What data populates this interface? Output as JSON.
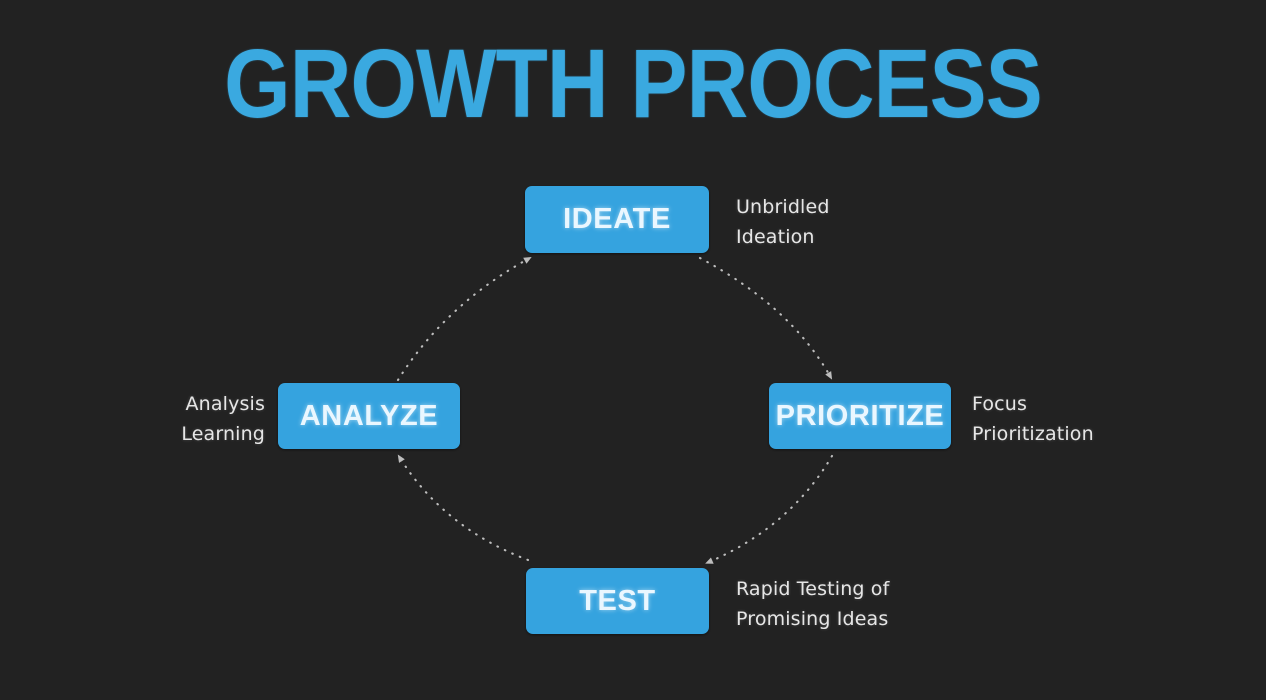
{
  "page": {
    "title": "GROWTH PROCESS",
    "background_color": "#222222",
    "accent_color": "#35a3df",
    "title_color": "#3aa9e0",
    "node_label_color": "#eaf7ff",
    "description_color": "#e6e6e6",
    "connector_color": "#bdbdbd"
  },
  "diagram": {
    "type": "cycle",
    "node_count": 4,
    "nodes": [
      {
        "id": "ideate",
        "label": "IDEATE",
        "description_lines": [
          "Unbridled",
          "Ideation"
        ],
        "description_side": "right",
        "position": "top"
      },
      {
        "id": "prioritize",
        "label": "PRIORITIZE",
        "description_lines": [
          "Focus",
          "Prioritization"
        ],
        "description_side": "right",
        "position": "right"
      },
      {
        "id": "test",
        "label": "TEST",
        "description_lines": [
          "Rapid Testing of",
          "Promising Ideas"
        ],
        "description_side": "right",
        "position": "bottom"
      },
      {
        "id": "analyze",
        "label": "ANALYZE",
        "description_lines": [
          "Analysis",
          "Learning"
        ],
        "description_side": "left",
        "position": "left"
      }
    ],
    "connectors": [
      {
        "id": "ideate-to-prioritize",
        "from": "ideate",
        "to": "prioritize",
        "style": "dotted",
        "arrow": "to"
      },
      {
        "id": "prioritize-to-test",
        "from": "prioritize",
        "to": "test",
        "style": "dotted",
        "arrow": "to"
      },
      {
        "id": "test-to-analyze",
        "from": "test",
        "to": "analyze",
        "style": "dotted",
        "arrow": "to"
      },
      {
        "id": "analyze-to-ideate",
        "from": "analyze",
        "to": "ideate",
        "style": "dotted",
        "arrow": "to"
      }
    ]
  }
}
